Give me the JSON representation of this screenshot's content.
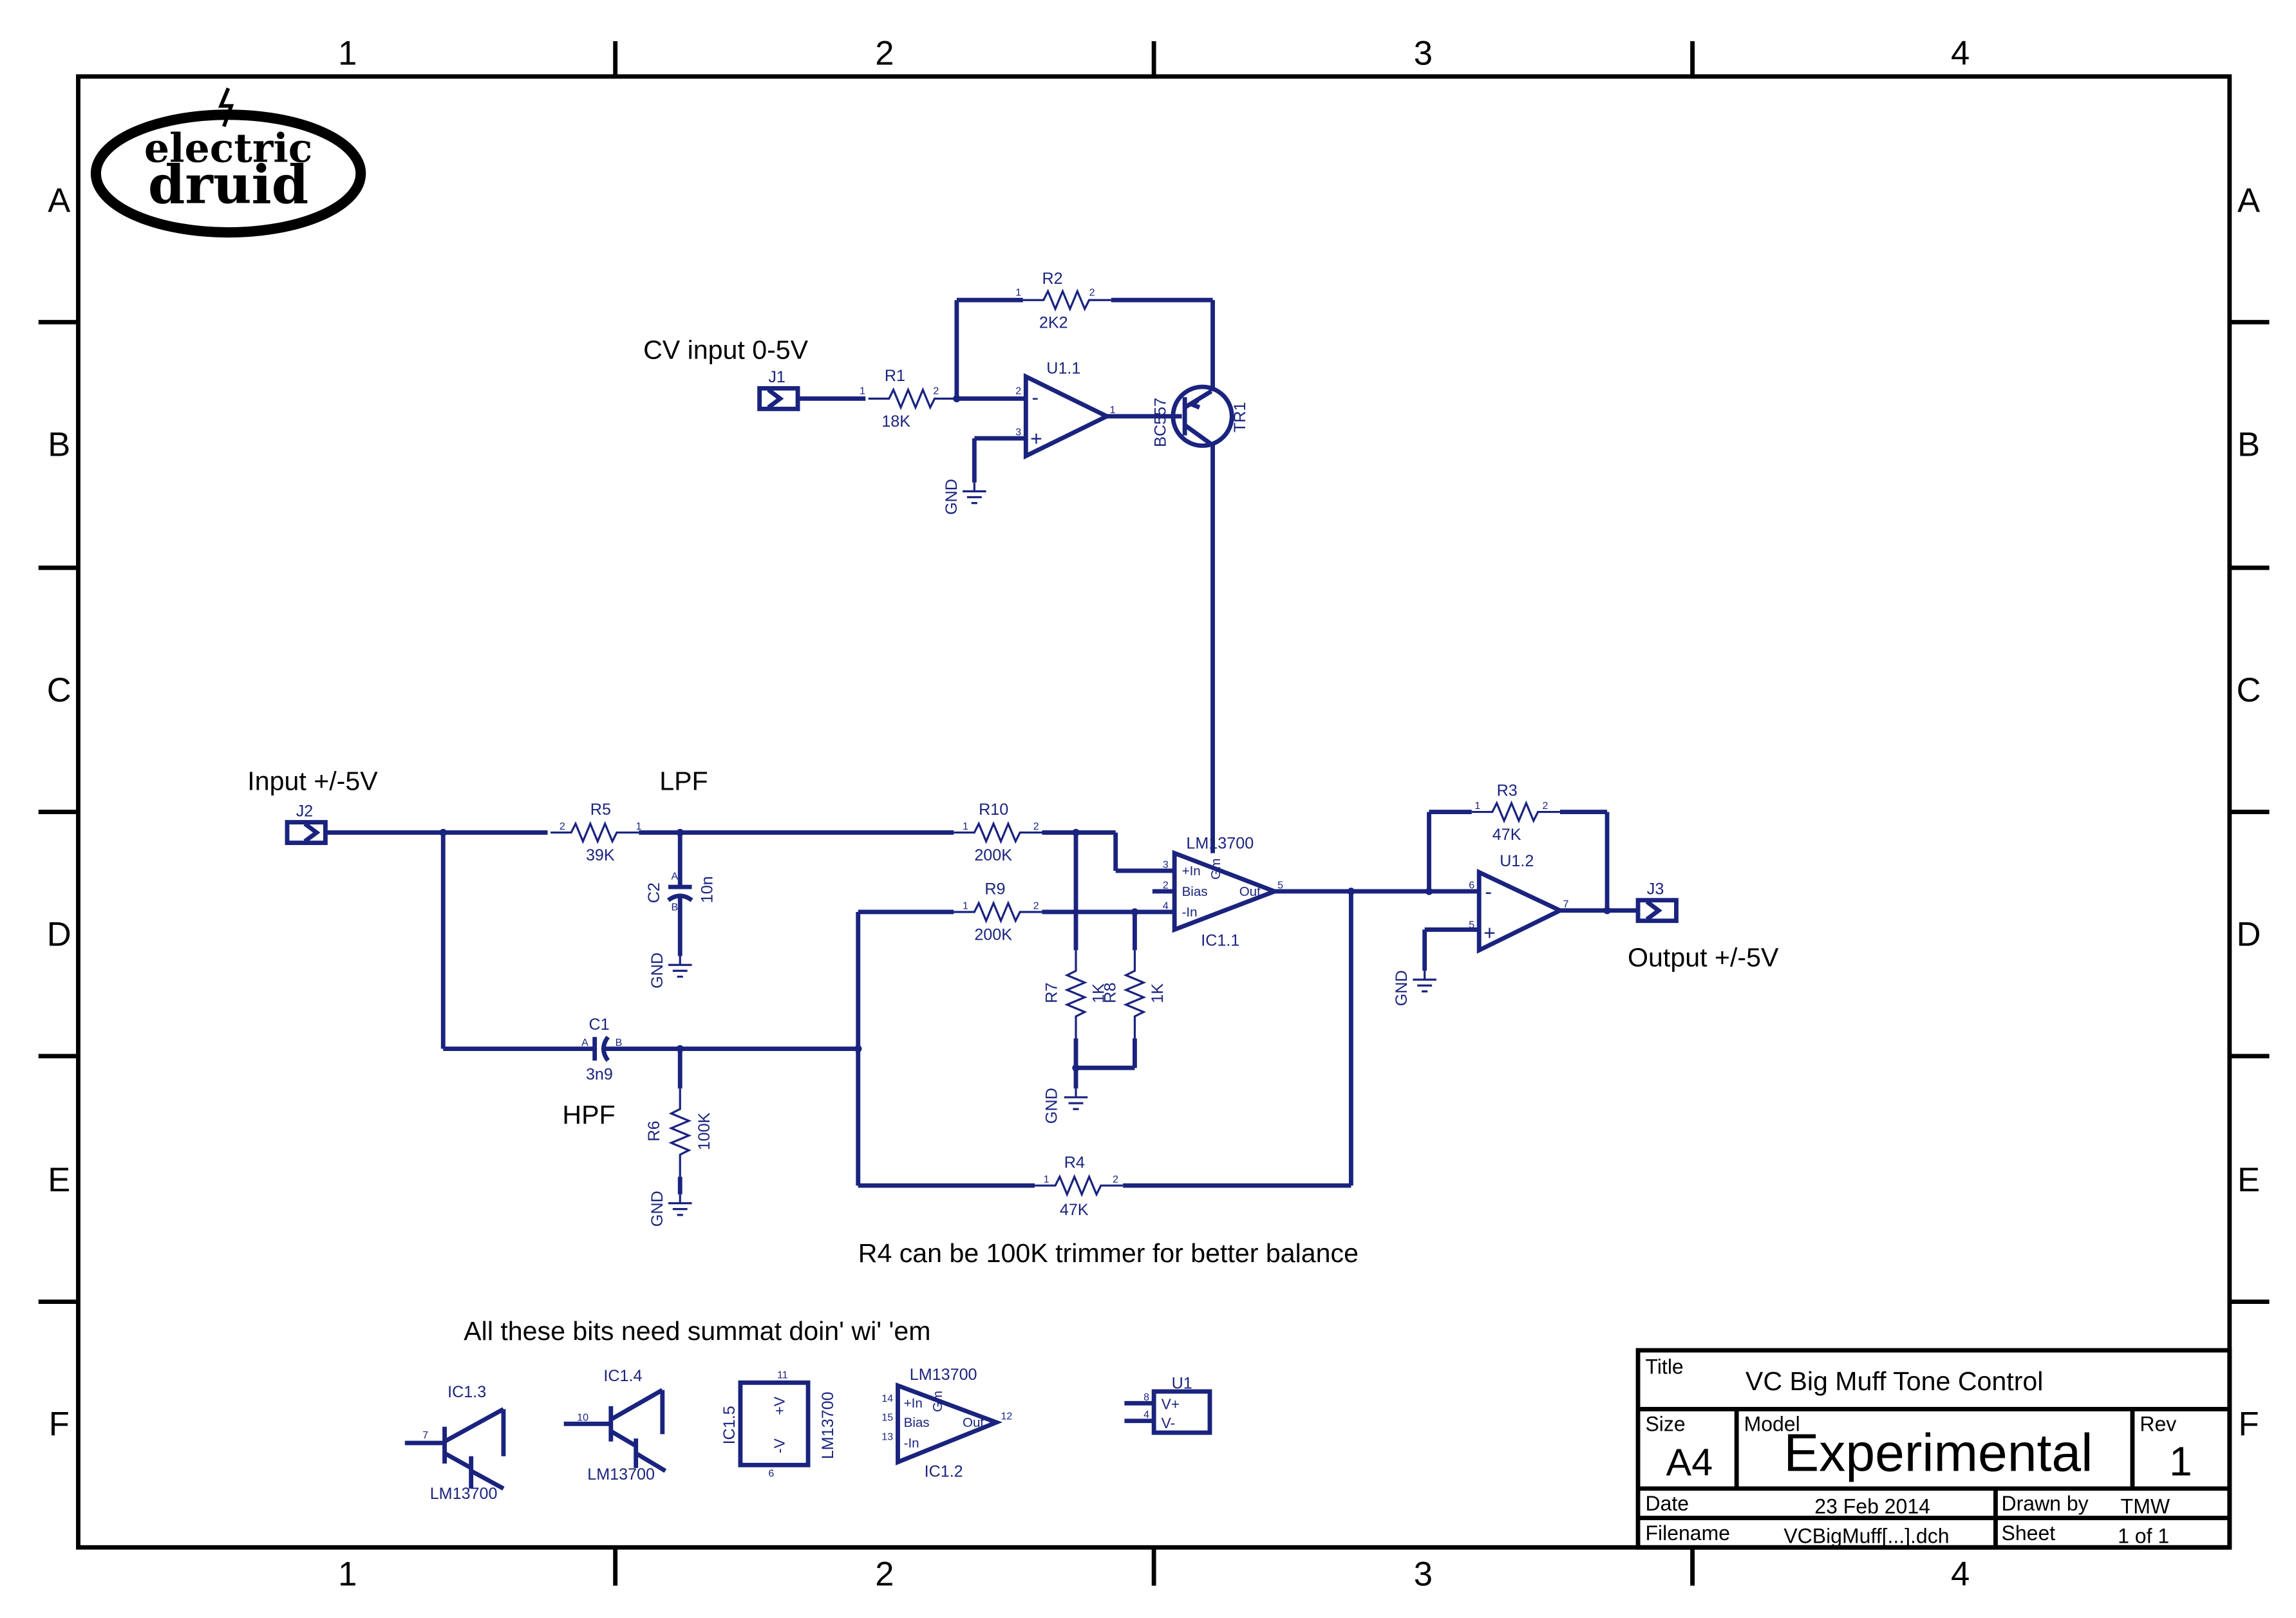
{
  "columns": [
    "1",
    "2",
    "3",
    "4"
  ],
  "rows": [
    "A",
    "B",
    "C",
    "D",
    "E",
    "F"
  ],
  "logo": {
    "line1": "electric",
    "line2": "druid"
  },
  "notes": {
    "cv_input": "CV input 0-5V",
    "input": "Input +/-5V",
    "lpf": "LPF",
    "hpf": "HPF",
    "output": "Output +/-5V",
    "r4_note": "R4 can be 100K trimmer for better balance",
    "bits_note": "All these bits need summat doin' wi' 'em"
  },
  "components": {
    "j1": "J1",
    "j2": "J2",
    "j3": "J3",
    "r1": {
      "ref": "R1",
      "value": "18K"
    },
    "r2": {
      "ref": "R2",
      "value": "2K2"
    },
    "r3": {
      "ref": "R3",
      "value": "47K"
    },
    "r4": {
      "ref": "R4",
      "value": "47K"
    },
    "r5": {
      "ref": "R5",
      "value": "39K"
    },
    "r6": {
      "ref": "R6",
      "value": "100K"
    },
    "r7": {
      "ref": "R7",
      "value": "1K"
    },
    "r8": {
      "ref": "R8",
      "value": "1K"
    },
    "r9": {
      "ref": "R9",
      "value": "200K"
    },
    "r10": {
      "ref": "R10",
      "value": "200K"
    },
    "c1": {
      "ref": "C1",
      "value": "3n9"
    },
    "c2": {
      "ref": "C2",
      "value": "10n"
    },
    "u1_1": "U1.1",
    "u1_2": "U1.2",
    "u1": "U1",
    "tr1": {
      "ref": "TR1",
      "value": "BC557"
    },
    "ic1_1": {
      "ref": "IC1.1",
      "part": "LM13700"
    },
    "ic1_2": {
      "ref": "IC1.2",
      "part": "LM13700"
    },
    "ic1_3": {
      "ref": "IC1.3",
      "part": "LM13700"
    },
    "ic1_4": {
      "ref": "IC1.4",
      "part": "LM13700"
    },
    "ic1_5": {
      "ref": "IC1.5",
      "part": "LM13700"
    },
    "gnd": "GND",
    "ota_pins": {
      "in_p": "+In",
      "bias": "Bias",
      "in_n": "-In",
      "out": "Out",
      "gm": "Gm"
    },
    "supply": {
      "vp": "V+",
      "vn": "V-",
      "p": "+V",
      "n": "-V"
    },
    "opamp_signs": {
      "minus": "-",
      "plus": "+"
    }
  },
  "pins": {
    "p1": "1",
    "p2": "2",
    "p3": "3",
    "p4": "4",
    "p5": "5",
    "p6": "6",
    "p7": "7",
    "p8": "8",
    "p10": "10",
    "p11": "11",
    "p12": "12",
    "p13": "13",
    "p14": "14",
    "p15": "15",
    "pA": "A",
    "pB": "B"
  },
  "title_block": {
    "title_label": "Title",
    "title": "VC Big Muff Tone Control",
    "size_label": "Size",
    "size": "A4",
    "model_label": "Model",
    "model": "Experimental",
    "rev_label": "Rev",
    "rev": "1",
    "date_label": "Date",
    "date": "23 Feb 2014",
    "drawn_label": "Drawn by",
    "drawn": "TMW",
    "filename_label": "Filename",
    "filename": "VCBigMuff[...].dch",
    "sheet_label": "Sheet",
    "sheet": "1 of 1"
  },
  "colors": {
    "ink": "#1a237e",
    "frame": "#000000"
  }
}
